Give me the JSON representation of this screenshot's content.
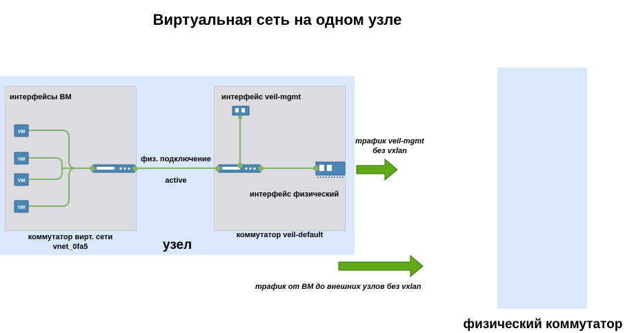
{
  "title": "Виртуальная сеть на одном узле",
  "node": {
    "label": "узел"
  },
  "left_panel": {
    "header": "интерфейсы ВМ",
    "vm_labels": [
      "VM",
      "VM",
      "VM",
      "VM"
    ],
    "caption_line1": "коммутатор вирт. сети",
    "caption_line2": "vnet_0fa5"
  },
  "link": {
    "label": "физ. подключение",
    "status": "active"
  },
  "right_panel": {
    "header": "интерфейс veil-mgmt",
    "physical_interface_label": "интерфейс физический",
    "caption": "коммутатор veil-default"
  },
  "traffic": {
    "mgmt_line1": "трафик veil-mgmt",
    "mgmt_line2": "без vxlan",
    "vm": "трафик от ВМ до внешних узлов без vxlan"
  },
  "physical_switch": {
    "label": "физический коммутатор"
  },
  "colors": {
    "node_bg": "#dae8fc",
    "panel_bg": "#dcdce0",
    "link_green": "#82b366",
    "arrow_fill": "#60a917",
    "arrow_stroke": "#2d7600",
    "device_blue": "#4a87b6"
  }
}
